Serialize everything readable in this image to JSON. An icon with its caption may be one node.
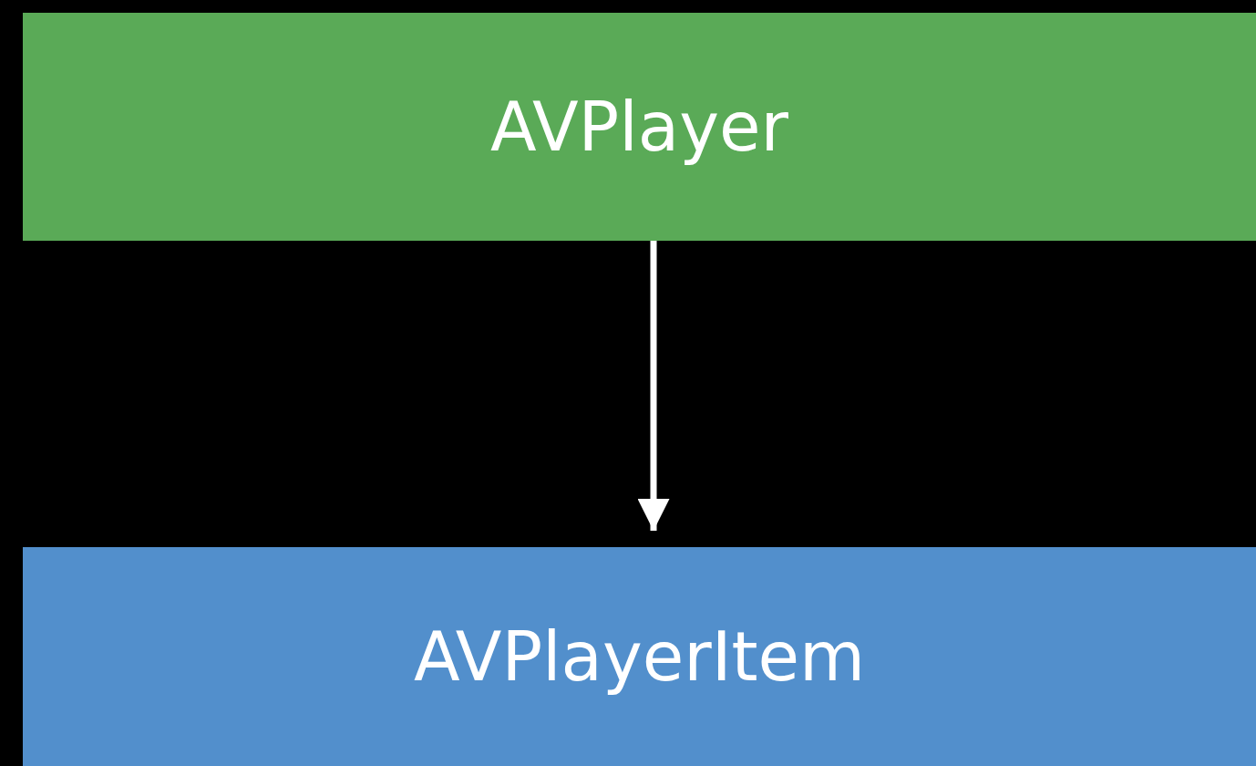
{
  "diagram": {
    "nodes": [
      {
        "text": [
          "AVPlayer"
        ]
      },
      {
        "text": [
          "AVPlayerItem"
        ]
      }
    ],
    "edges": [
      {
        "from": 0,
        "to": 1,
        "arrow": "to"
      }
    ]
  }
}
